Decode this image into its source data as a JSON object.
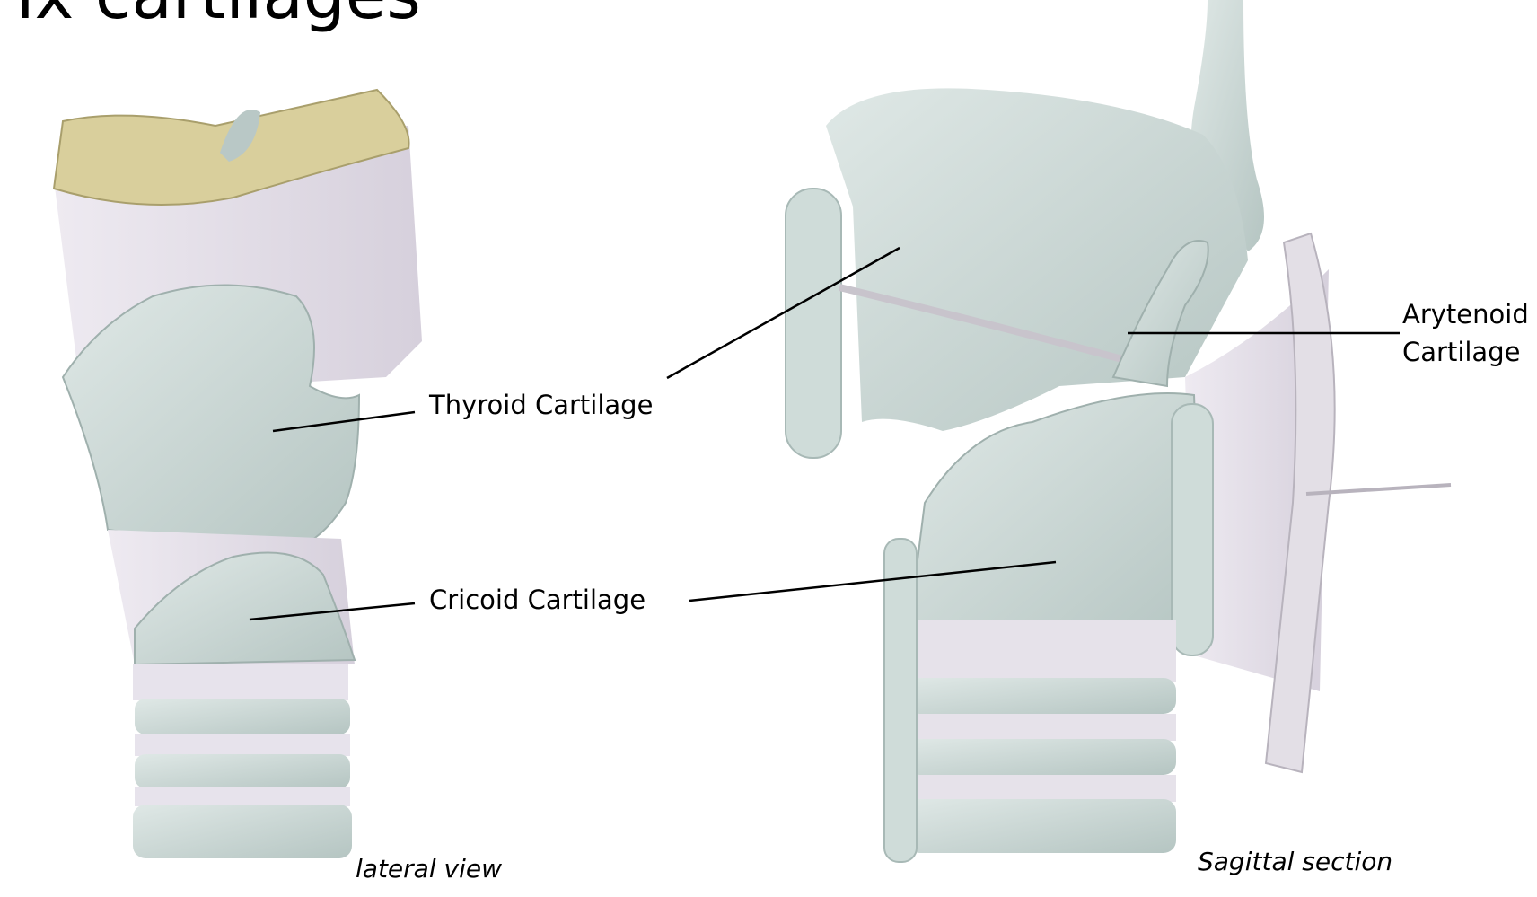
{
  "title": "ix cartilages",
  "labels": {
    "thyroid": "Thyroid Cartilage",
    "cricoid": "Cricoid Cartilage",
    "arytenoid_line1": "Arytenoid",
    "arytenoid_line2": "Cartilage"
  },
  "captions": {
    "left": "lateral view",
    "right": "Sagittal section"
  },
  "colors": {
    "cartilage": "#c9d6d3",
    "ligament": "#e4e0e8",
    "hyoid_bone": "#d9cf9c",
    "leader_line": "#000000"
  }
}
